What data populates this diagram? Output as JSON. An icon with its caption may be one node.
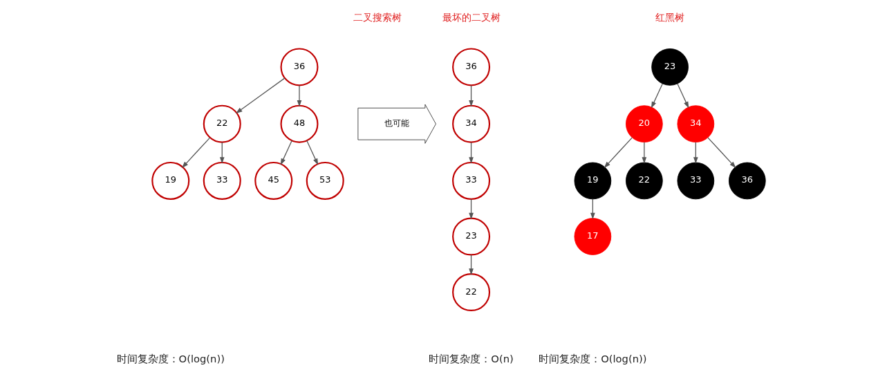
{
  "diagram": {
    "nodes": [
      {
        "text": [
          "36"
        ]
      },
      {
        "text": [
          "22"
        ]
      },
      {
        "text": [
          "48"
        ]
      },
      {
        "text": [
          "19"
        ]
      },
      {
        "text": [
          "33"
        ]
      },
      {
        "text": [
          "45"
        ]
      },
      {
        "text": [
          "53"
        ]
      },
      {
        "text": [
          "也可能"
        ]
      },
      {
        "text": [
          "36"
        ]
      },
      {
        "text": [
          "34"
        ]
      },
      {
        "text": [
          "33"
        ]
      },
      {
        "text": [
          "23"
        ]
      },
      {
        "text": [
          "22"
        ]
      },
      {
        "text": [
          "23"
        ]
      },
      {
        "text": [
          "20"
        ]
      },
      {
        "text": [
          "34"
        ]
      },
      {
        "text": [
          "19"
        ]
      },
      {
        "text": [
          "22"
        ]
      },
      {
        "text": [
          "33"
        ]
      },
      {
        "text": [
          "36"
        ]
      },
      {
        "text": [
          "17"
        ]
      }
    ],
    "edges": [
      {
        "from": 0,
        "to": 1,
        "arrow": "to"
      },
      {
        "from": 0,
        "to": 2,
        "arrow": "to"
      },
      {
        "from": 1,
        "to": 3,
        "arrow": "to"
      },
      {
        "from": 1,
        "to": 4,
        "arrow": "to"
      },
      {
        "from": 2,
        "to": 5,
        "arrow": "to"
      },
      {
        "from": 2,
        "to": 6,
        "arrow": "to"
      },
      {
        "from": 8,
        "to": 9,
        "arrow": "to"
      },
      {
        "from": 9,
        "to": 10,
        "arrow": "to"
      },
      {
        "from": 10,
        "to": 11,
        "arrow": "to"
      },
      {
        "from": 11,
        "to": 12,
        "arrow": "to"
      },
      {
        "from": 13,
        "to": 14,
        "arrow": "to"
      },
      {
        "from": 13,
        "to": 15,
        "arrow": "to"
      },
      {
        "from": 14,
        "to": 16,
        "arrow": "to"
      },
      {
        "from": 14,
        "to": 17,
        "arrow": "to"
      },
      {
        "from": 15,
        "to": 18,
        "arrow": "to"
      },
      {
        "from": 15,
        "to": 19,
        "arrow": "to"
      },
      {
        "from": 16,
        "to": 20,
        "arrow": "to"
      }
    ],
    "labels": [
      "二叉搜索树",
      "最坏的二叉树",
      "红黑树",
      "时间复杂度：O(log(n))",
      "时间复杂度：O(n)",
      "时间复杂度：O(log(n))"
    ]
  }
}
